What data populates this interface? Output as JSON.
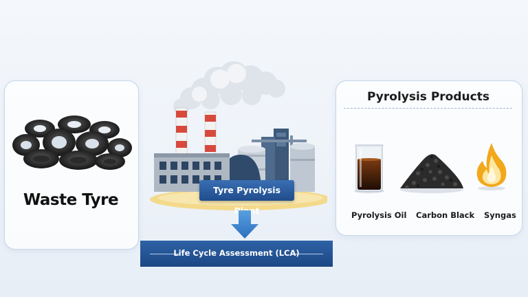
{
  "left_panel": {
    "title": "Waste Tyre",
    "icon": "tyre-pile-icon"
  },
  "center": {
    "plant_label": "Tyre Pyrolysis Plant",
    "icon": "factory-icon"
  },
  "bottom_bar": {
    "label": "Life Cycle Assessment (LCA)"
  },
  "right_panel": {
    "title": "Pyrolysis Products",
    "products": [
      {
        "label": "Pyrolysis Oil",
        "icon": "oil-beaker-icon"
      },
      {
        "label": "Carbon Black",
        "icon": "carbon-black-pile-icon"
      },
      {
        "label": "Syngas",
        "icon": "flame-icon"
      }
    ]
  },
  "colors": {
    "accent_blue": "#1f4c8c",
    "panel_border": "#c5d6ea",
    "flame": "#f2a81b"
  }
}
